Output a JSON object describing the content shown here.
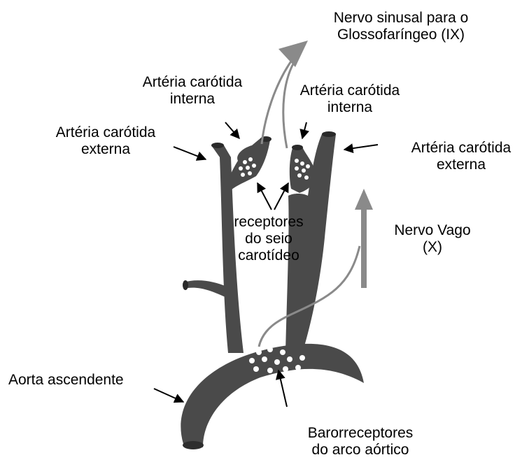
{
  "labels": {
    "nervo_sinusal": [
      "Nervo sinusal para o",
      "Glossofaríngeo (IX)"
    ],
    "carotida_interna_esq": [
      "Artéria carótida",
      "interna"
    ],
    "carotida_interna_dir": [
      "Artéria carótida",
      "interna"
    ],
    "carotida_externa_esq": [
      "Artéria carótida",
      "externa"
    ],
    "carotida_externa_dir": [
      "Artéria carótida",
      "externa"
    ],
    "receptores_seio": [
      "receptores",
      "do seio",
      "carotídeo"
    ],
    "nervo_vago": [
      "Nervo Vago",
      "(X)"
    ],
    "aorta_ascendente": "Aorta ascendente",
    "barorreceptores": [
      "Barorreceptores",
      "do arco aórtico"
    ]
  },
  "colors": {
    "vessel": "#4a4a4a",
    "nerve": "#8a8a8a",
    "receptor": "#ffffff",
    "arrow": "#000000"
  }
}
